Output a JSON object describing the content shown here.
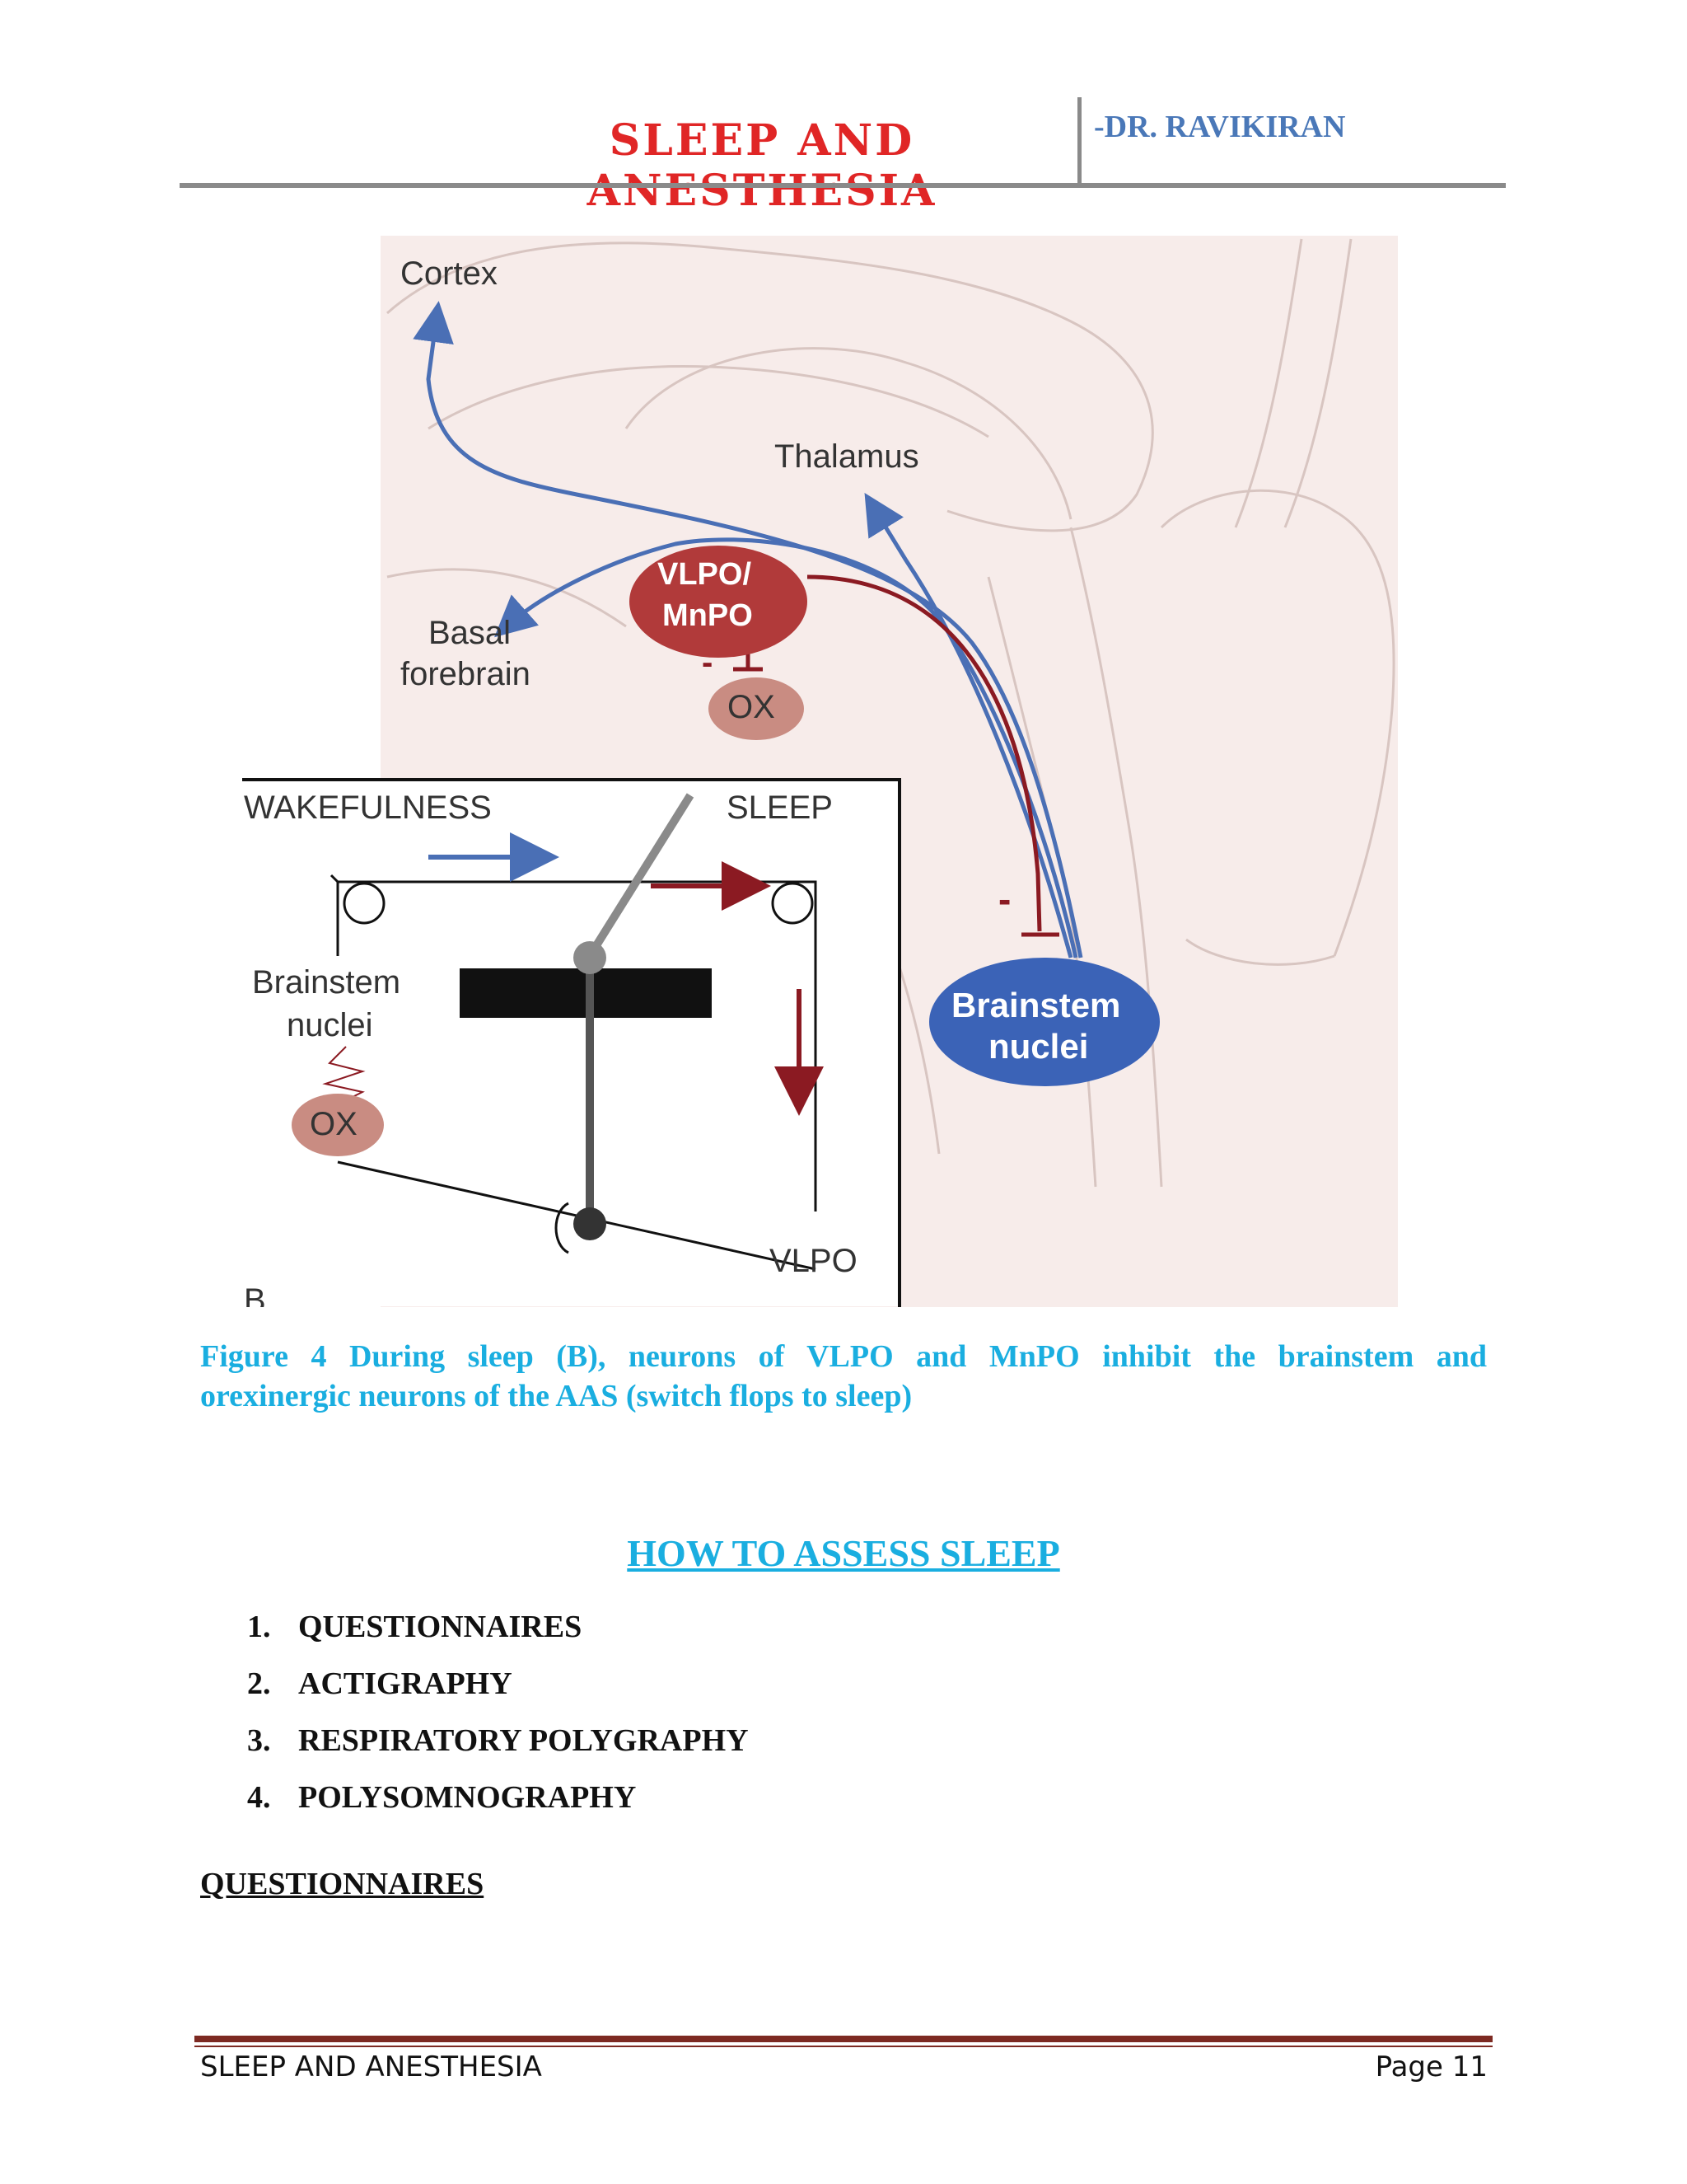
{
  "header": {
    "title": "SLEEP AND ANESTHESIA",
    "author": "-DR. RAVIKIRAN"
  },
  "figure": {
    "labels": {
      "cortex": "Cortex",
      "thalamus": "Thalamus",
      "vlpo_mnpo_line1": "VLPO/",
      "vlpo_mnpo_line2": "MnPO",
      "basal_line1": "Basal",
      "basal_line2": "forebrain",
      "ox_top": "OX",
      "brainstem_big_line1": "Brainstem",
      "brainstem_big_line2": "nuclei",
      "inhibit_top": "-",
      "inhibit_right": "-",
      "wakefulness": "WAKEFULNESS",
      "sleep": "SLEEP",
      "brainstem_small_line1": "Brainstem",
      "brainstem_small_line2": "nuclei",
      "ox_inset": "OX",
      "vlpo_inset": "VLPO",
      "panel_letter": "B"
    },
    "colors": {
      "brain_bg": "#f7ecea",
      "blue_arrow": "#4a6fb5",
      "red_path": "#8b1a22",
      "vlpo_fill": "#b13a3a",
      "ox_fill": "#c98c82",
      "brainstem_fill": "#3b63b7"
    }
  },
  "caption": {
    "line1": "Figure 4 During sleep (B), neurons of VLPO and MnPO inhibit the brainstem and",
    "line2": "orexinergic neurons of the AAS (switch flops to sleep)"
  },
  "section": {
    "heading": "HOW TO ASSESS SLEEP",
    "items": [
      {
        "num": "1.",
        "label": "QUESTIONNAIRES"
      },
      {
        "num": "2.",
        "label": "ACTIGRAPHY"
      },
      {
        "num": "3.",
        "label": "RESPIRATORY POLYGRAPHY"
      },
      {
        "num": "4.",
        "label": "POLYSOMNOGRAPHY"
      }
    ],
    "subheading": "QUESTIONNAIRES"
  },
  "footer": {
    "left": "SLEEP AND ANESTHESIA",
    "right": "Page 11"
  }
}
